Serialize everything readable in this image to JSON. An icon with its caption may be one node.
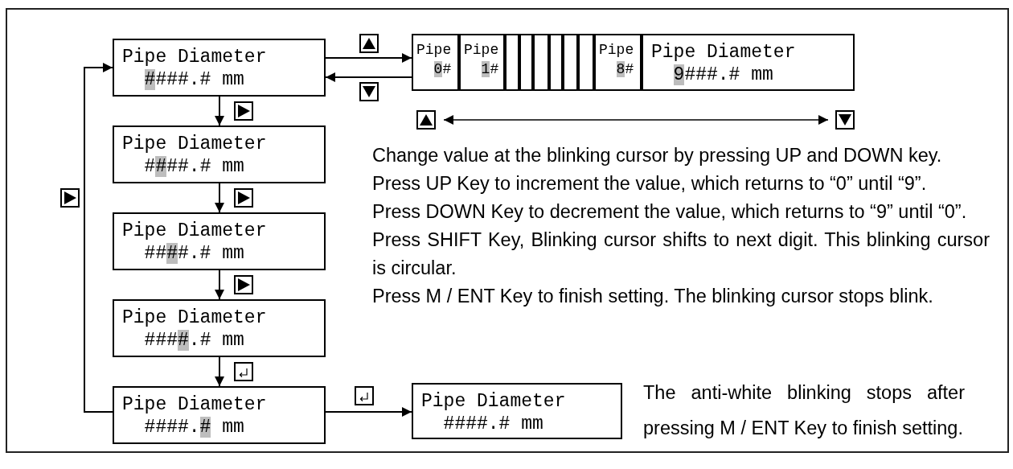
{
  "diagram": {
    "nodes": [
      {
        "text": [
          "Pipe Diameter",
          "####.# mm"
        ]
      },
      {
        "text": [
          "Pipe",
          "0#"
        ]
      },
      {
        "text": [
          "Pipe",
          "1#"
        ]
      },
      {
        "text": [],
        "shape": "box"
      },
      {
        "text": [],
        "shape": "box"
      },
      {
        "text": [],
        "shape": "box"
      },
      {
        "text": [],
        "shape": "box"
      },
      {
        "text": [],
        "shape": "box"
      },
      {
        "text": [],
        "shape": "box"
      },
      {
        "text": [
          "Pipe",
          "8#"
        ]
      },
      {
        "text": [
          "Pipe Diameter",
          "9###.# mm"
        ]
      },
      {
        "text": [
          "Pipe Diameter",
          "####.# mm"
        ]
      },
      {
        "text": [
          "Pipe Diameter",
          "####.# mm"
        ]
      },
      {
        "text": [
          "Pipe Diameter",
          "####.# mm"
        ]
      },
      {
        "text": [
          "Pipe Diameter",
          "####.# mm"
        ]
      },
      {
        "text": [
          "Pipe Diameter",
          "####.# mm"
        ]
      }
    ],
    "edges": [
      {
        "from": 0,
        "to": 1,
        "arrow": "to"
      },
      {
        "from": 1,
        "to": 0,
        "arrow": "to"
      },
      {
        "from": 0,
        "to": 11,
        "arrow": "to"
      },
      {
        "from": 11,
        "to": 12,
        "arrow": "to"
      },
      {
        "from": 12,
        "to": 13,
        "arrow": "to"
      },
      {
        "from": 13,
        "to": 14,
        "arrow": "to"
      },
      {
        "from": 14,
        "to": 0,
        "arrow": "to"
      },
      {
        "from": 14,
        "to": 15,
        "arrow": "to"
      }
    ],
    "labels": [
      "Change value at the blinking cursor by pressing UP and DOWN key.",
      "Press UP Key to increment the value, which returns to “0” until “9”.",
      "Press DOWN Key to decrement the value, which returns to “9” until “0”.",
      "Press SHIFT Key, Blinking cursor shifts to next digit. This blinking cursor is circular.",
      "Press M / ENT Key to finish setting. The blinking cursor stops blink.",
      "The anti-white blinking stops after pressing M / ENT Key to finish setting."
    ]
  }
}
